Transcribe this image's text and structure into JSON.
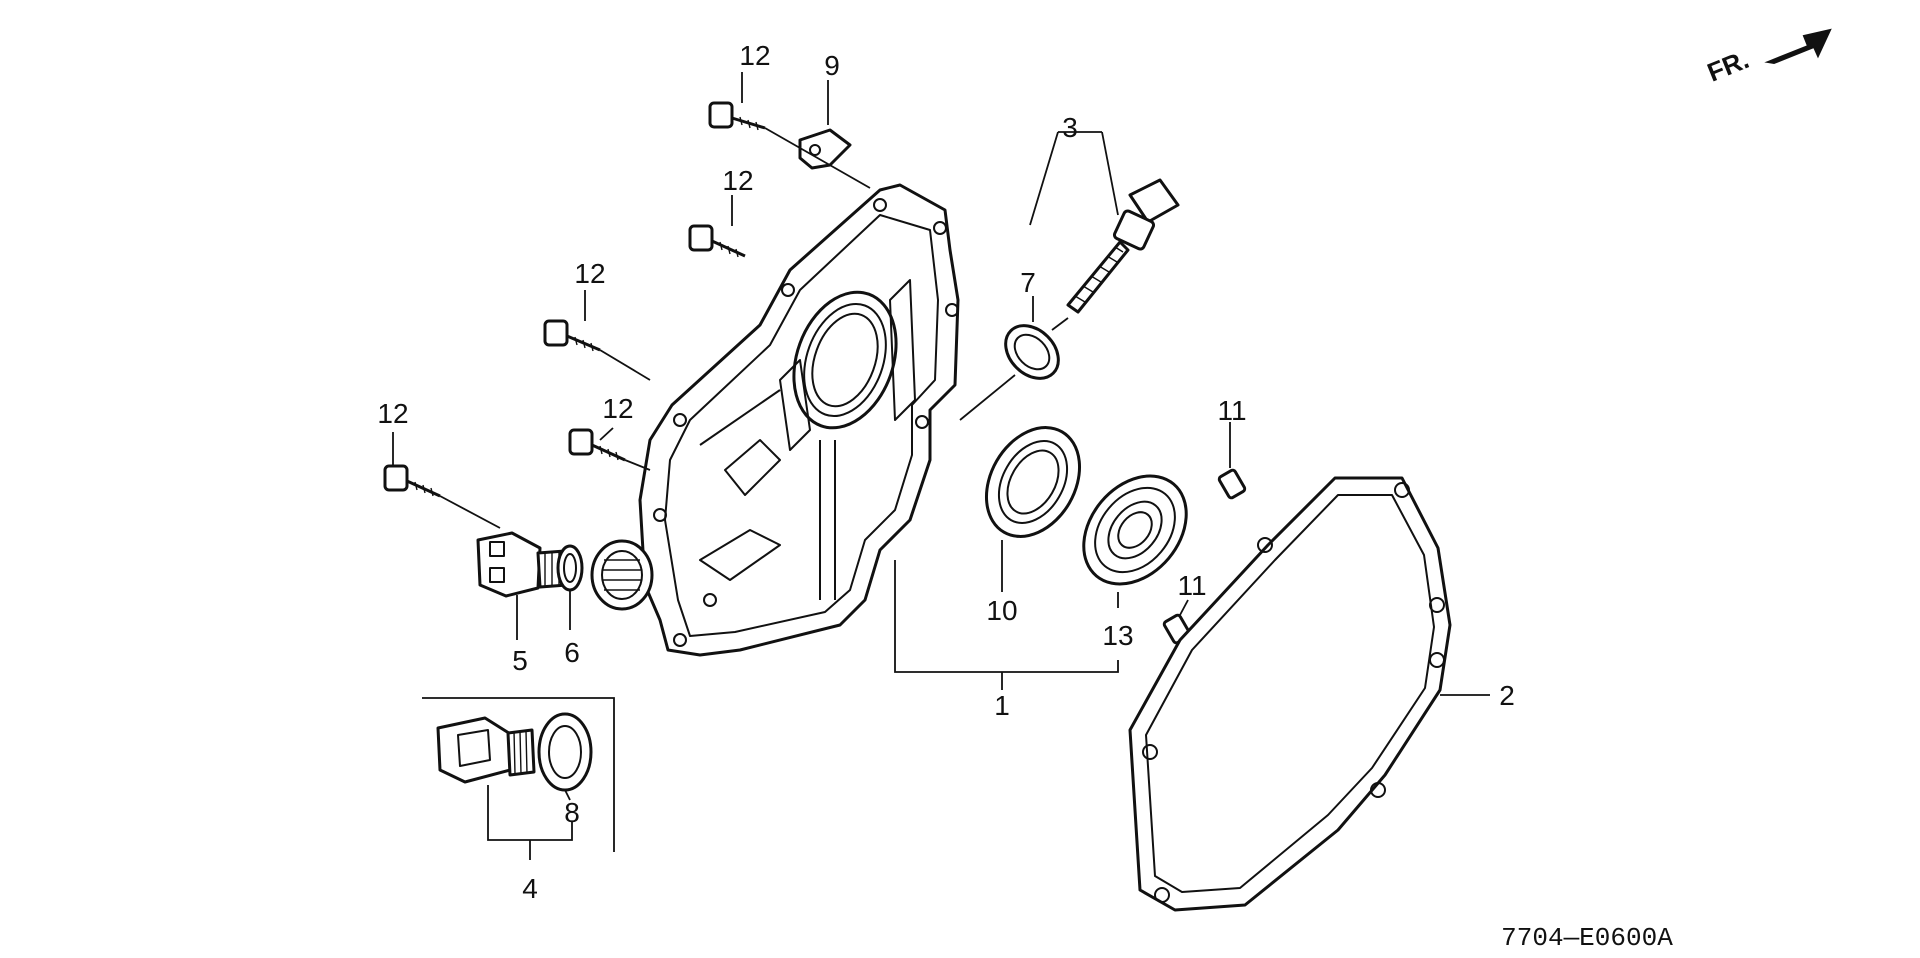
{
  "diagram": {
    "fr_label": "FR.",
    "code": "7704—E0600A",
    "callouts": {
      "c1": "1",
      "c2": "2",
      "c3": "3",
      "c4": "4",
      "c5": "5",
      "c6": "6",
      "c7": "7",
      "c8": "8",
      "c9": "9",
      "c10": "10",
      "c11a": "11",
      "c11b": "11",
      "c12a": "12",
      "c12b": "12",
      "c12c": "12",
      "c12d": "12",
      "c12e": "12",
      "c13": "13"
    }
  }
}
